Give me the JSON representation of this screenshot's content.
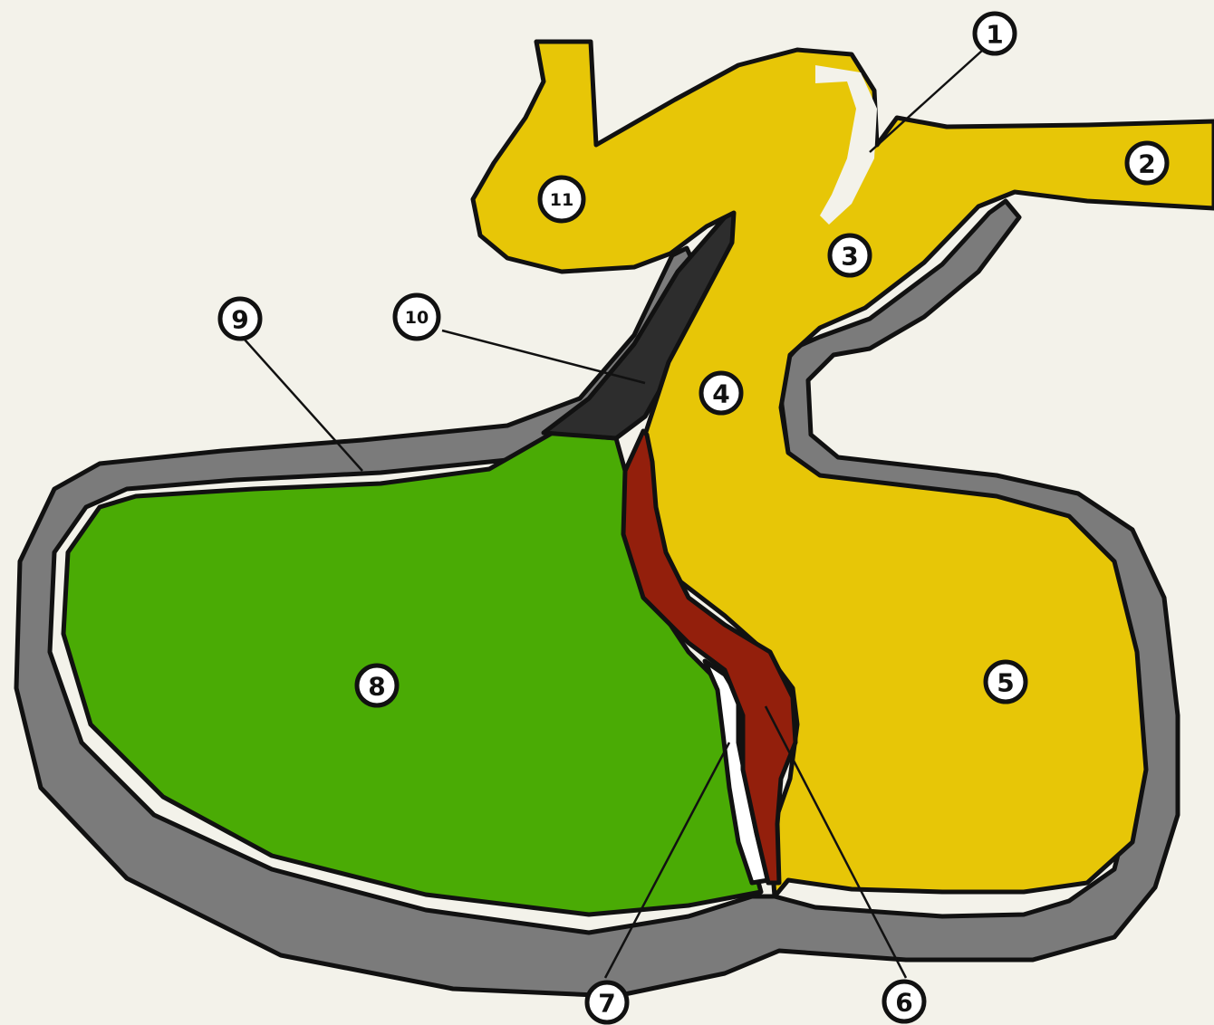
{
  "colors": {
    "background": "#f3f2ea",
    "yolk": "#e7c607",
    "green_region": "#4aab05",
    "wall_gray": "#7b7b7b",
    "dark_gray": "#2d2d2d",
    "red_band": "#931f0c",
    "outline": "#111111"
  },
  "markers": [
    {
      "id": "m1",
      "label": "1"
    },
    {
      "id": "m2",
      "label": "2"
    },
    {
      "id": "m3",
      "label": "3"
    },
    {
      "id": "m4",
      "label": "4"
    },
    {
      "id": "m5",
      "label": "5"
    },
    {
      "id": "m6",
      "label": "6"
    },
    {
      "id": "m7",
      "label": "7"
    },
    {
      "id": "m8",
      "label": "8"
    },
    {
      "id": "m9",
      "label": "9"
    },
    {
      "id": "m10",
      "label": "10"
    },
    {
      "id": "m11",
      "label": "11"
    }
  ]
}
